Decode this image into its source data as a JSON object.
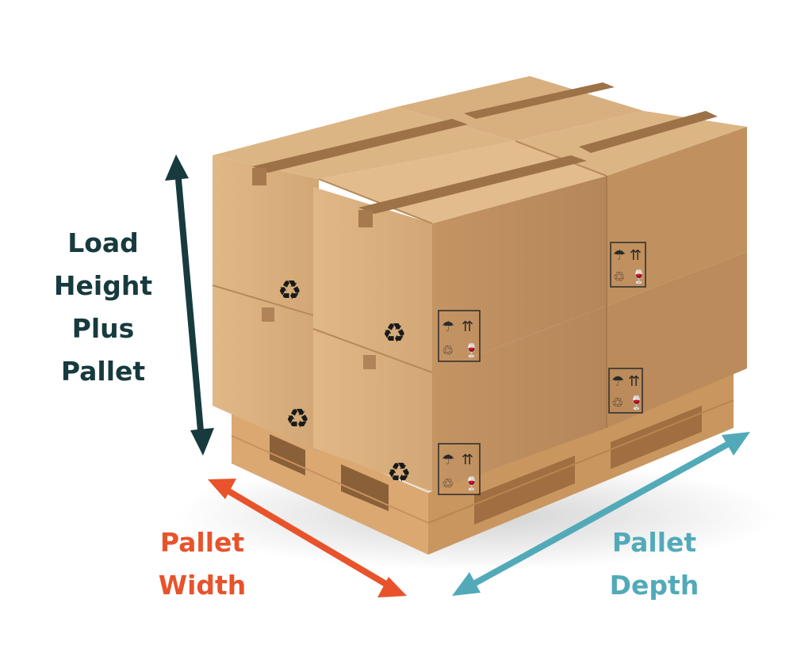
{
  "labels": {
    "height": {
      "lines": [
        "Load",
        "Height",
        "Plus",
        "Pallet"
      ]
    },
    "width": {
      "lines": [
        "Pallet",
        "Width"
      ]
    },
    "depth": {
      "lines": [
        "Pallet",
        "Depth"
      ]
    }
  },
  "colors": {
    "height": "#173a3e",
    "width": "#e8532b",
    "depth": "#52aab8",
    "box_front": "#c79a68",
    "box_side": "#d6ab78",
    "box_top": "#dcb585",
    "tape": "#9c7246",
    "pallet_light": "#dfb07a",
    "pallet_dark": "#b98652"
  },
  "icons": [
    "recycle-icon",
    "umbrella-icon",
    "this-way-up-icon",
    "fragile-glass-icon"
  ],
  "box_count": 8
}
